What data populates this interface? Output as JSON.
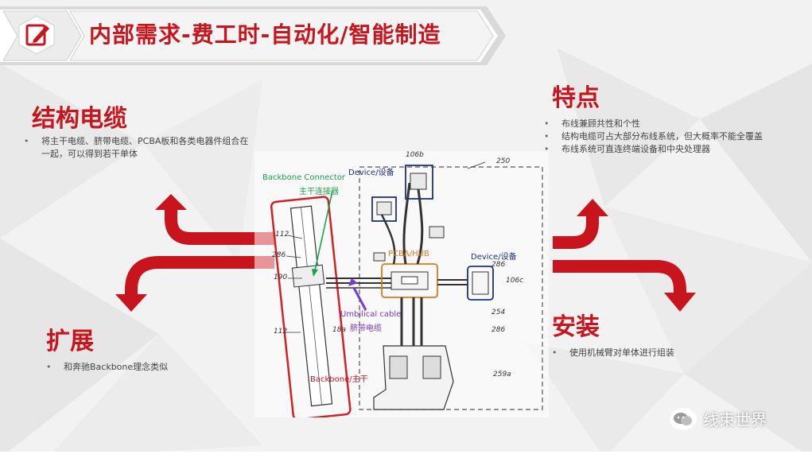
{
  "title": "内部需求-费工时-自动化/智能制造",
  "sections": {
    "structure": {
      "heading": "结构电缆",
      "bullets": [
        "将主干电缆、脐带电缆、PCBA板和各类电器件组合在一起，可以得到若干单体"
      ]
    },
    "features": {
      "heading": "特点",
      "bullets": [
        "布线兼顾共性和个性",
        "结构电缆可占大部分布线系统，但大概率不能全覆盖",
        "布线系统可直连终端设备和中央处理器"
      ]
    },
    "expansion": {
      "heading": "扩展",
      "bullets": [
        "和奔驰Backbone理念类似"
      ]
    },
    "install": {
      "heading": "安装",
      "bullets": [
        "使用机械臂对单体进行组装"
      ]
    }
  },
  "figure": {
    "backbone_connector_en": "Backbone Connector",
    "backbone_connector_cn": "主干连接器",
    "device_top": "Device/设备",
    "device_right": "Device/设备",
    "pcba_hub": "PCBA/HUB",
    "umbilical_en": "Umbilical cable",
    "umbilical_cn": "脐带电缆",
    "backbone": "Backbone/主干",
    "refs": {
      "r250": "250",
      "r106b": "106b",
      "r112a": "112",
      "r286a": "286",
      "r190": "190",
      "r286b": "286",
      "r106c": "106c",
      "r254": "254",
      "r286c": "286",
      "r18": "18a",
      "r112b": "112",
      "r259": "259a"
    }
  },
  "watermark": "线束世界",
  "colors": {
    "brand_red": "#c8151d",
    "green": "#1aa24a",
    "navy": "#1d2f8a",
    "orange": "#e07a1a",
    "purple": "#7b3ad1"
  },
  "icons": {
    "badge": "edit-icon",
    "watermark": "wechat-icon"
  }
}
